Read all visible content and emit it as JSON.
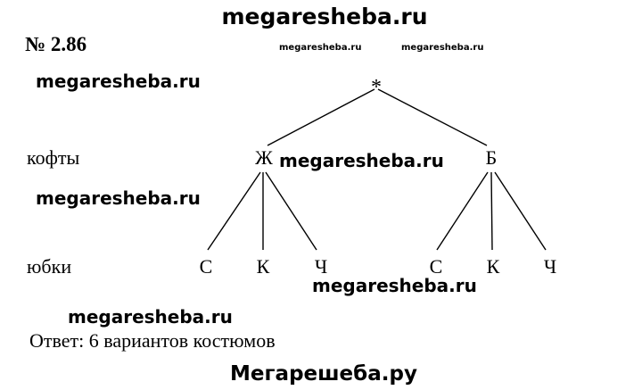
{
  "watermarks": {
    "top": "megaresheba.ru",
    "small_1": "megaresheba.ru",
    "small_2": "megaresheba.ru",
    "left_1": "megaresheba.ru",
    "center_1": "megaresheba.ru",
    "left_2": "megaresheba.ru",
    "center_2": "megaresheba.ru",
    "left_3": "megaresheba.ru",
    "bottom": "Мегарешеба.ру"
  },
  "problem_number": "№ 2.86",
  "tree": {
    "root": "*",
    "level1_label": "кофты",
    "level2_label": "юбки",
    "nodes": [
      {
        "label": "Ж",
        "children": [
          "С",
          "К",
          "Ч"
        ]
      },
      {
        "label": "Б",
        "children": [
          "С",
          "К",
          "Ч"
        ]
      }
    ]
  },
  "answer": "Ответ: 6 вариантов костюмов"
}
